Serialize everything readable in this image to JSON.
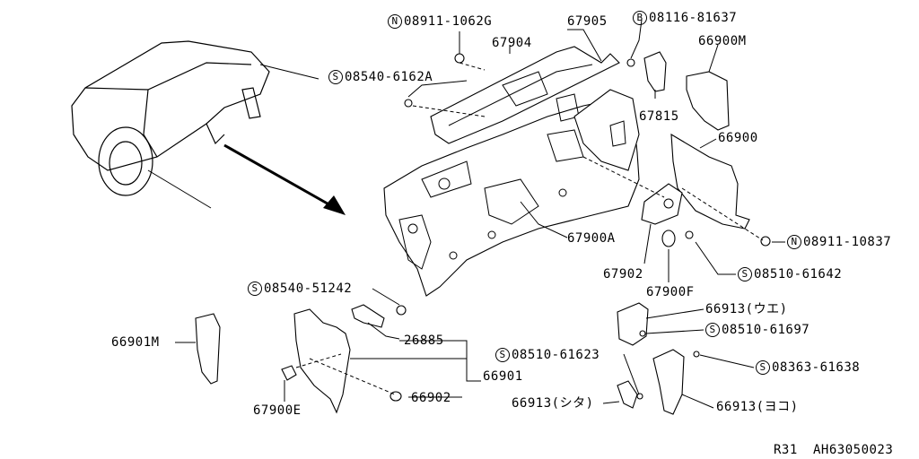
{
  "labels": {
    "l1": {
      "prefix": "N",
      "code": "08911-1062G"
    },
    "l2": {
      "prefix": "",
      "code": "67904"
    },
    "l3": {
      "prefix": "",
      "code": "67905"
    },
    "l4": {
      "prefix": "B",
      "code": "08116-81637"
    },
    "l5": {
      "prefix": "",
      "code": "66900M"
    },
    "l6": {
      "prefix": "S",
      "code": "08540-6162A"
    },
    "l7": {
      "prefix": "",
      "code": "67815"
    },
    "l8": {
      "prefix": "",
      "code": "66900"
    },
    "l9": {
      "prefix": "",
      "code": "67900A"
    },
    "l10": {
      "prefix": "N",
      "code": "08911-10837"
    },
    "l11": {
      "prefix": "",
      "code": "67902"
    },
    "l12": {
      "prefix": "S",
      "code": "08510-61642"
    },
    "l13": {
      "prefix": "",
      "code": "67900F"
    },
    "l14": {
      "prefix": "S",
      "code": "08540-51242"
    },
    "l15": {
      "prefix": "",
      "code": "66913(ウエ)"
    },
    "l16": {
      "prefix": "",
      "code": "26885"
    },
    "l17": {
      "prefix": "S",
      "code": "08510-61697"
    },
    "l18": {
      "prefix": "",
      "code": "66901M"
    },
    "l19": {
      "prefix": "S",
      "code": "08510-61623"
    },
    "l20": {
      "prefix": "S",
      "code": "08363-61638"
    },
    "l21": {
      "prefix": "",
      "code": "66901"
    },
    "l22": {
      "prefix": "",
      "code": "66902"
    },
    "l23": {
      "prefix": "",
      "code": "66913(シタ)"
    },
    "l24": {
      "prefix": "",
      "code": "67900E"
    },
    "l25": {
      "prefix": "",
      "code": "66913(ヨコ)"
    }
  },
  "footer": {
    "ref": "R31",
    "code": "AH63050023"
  }
}
